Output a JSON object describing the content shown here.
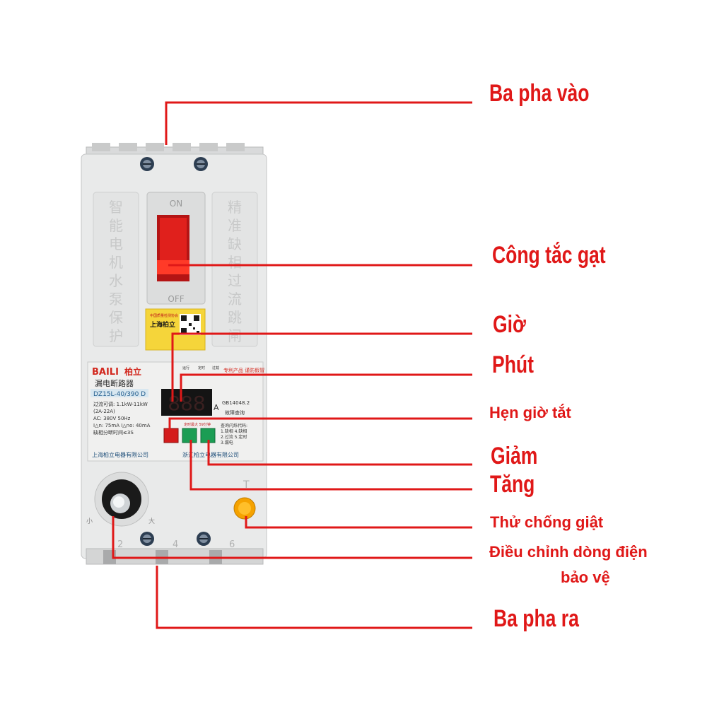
{
  "device": {
    "switch_on": "ON",
    "switch_off": "OFF",
    "left_panel": [
      "智",
      "能",
      "电",
      "机",
      "水",
      "泵",
      "保",
      "护"
    ],
    "right_panel": [
      "精",
      "准",
      "缺",
      "相",
      "过",
      "流",
      "跳",
      "闸"
    ],
    "brand": "BAILI",
    "brand_cn": "柏立",
    "product_name": "漏电断路器",
    "model": "DZ15L-40/390 D",
    "spec_lines": [
      "过流可调: 1.1kW-11kW",
      "(2A-22A)",
      "AC: 380V        50Hz",
      "I△n: 75mA  I△no: 40mA",
      "缺相分断时间≤3S"
    ],
    "display_digits": "888",
    "display_unit": "A",
    "indicator_labels": [
      "运行",
      "定时",
      "过载"
    ],
    "patent_text": "专利产品 谨防假冒",
    "standard": "GB14048.2",
    "fault_query": "故障查询",
    "timer_note": "定时最大 59分钟",
    "fault_codes": [
      "查询闪烁代码:",
      "1.缺相  4.缺相",
      "2.过流  5.定时",
      "3.漏电"
    ],
    "company_left": "上海柏立电器有限公司",
    "company_right": "浙江柏立电器有限公司",
    "test_button_label": "T",
    "terminal_numbers": [
      "2",
      "4",
      "6"
    ],
    "knob_min": "小",
    "knob_max": "大",
    "sticker_title": "上海柏立",
    "sticker_small": "中国质量检测协会"
  },
  "callouts": {
    "three_phase_in": "Ba pha vào",
    "toggle_switch": "Công tắc gạt",
    "hour": "Giờ",
    "minute": "Phút",
    "off_timer": "Hẹn giờ tắt",
    "decrease": "Giảm",
    "increase": "Tăng",
    "leak_test": "Thử chống giật",
    "current_adjust_line1": "Điều chỉnh dòng điện",
    "current_adjust_line2": "bảo vệ",
    "three_phase_out": "Ba pha ra"
  },
  "colors": {
    "callout_red": "#e01818",
    "body": "#e9eaea",
    "switch_red": "#e0201c",
    "test_button": "#f5a200",
    "key_green": "#1b9d54",
    "brand_red": "#d2281e"
  }
}
